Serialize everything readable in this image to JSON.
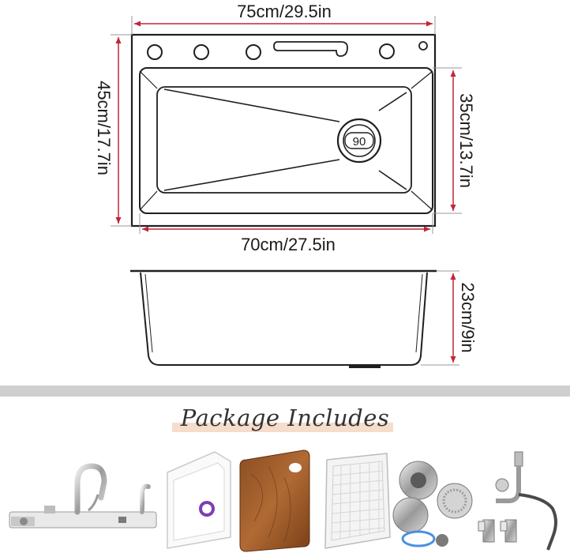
{
  "dimensions": {
    "top_width": "75cm/29.5in",
    "inner_width": "70cm/27.5in",
    "outer_depth": "45cm/17.7in",
    "inner_depth": "35cm/13.7in",
    "height": "23cm/9in",
    "drain": "90"
  },
  "package": {
    "title": "Package Includes"
  },
  "colors": {
    "dimension_line": "#c0263b",
    "sink_outline": "#1f1f1f",
    "separator": "#cfcfcf",
    "title_highlight": "#f6dccb"
  }
}
